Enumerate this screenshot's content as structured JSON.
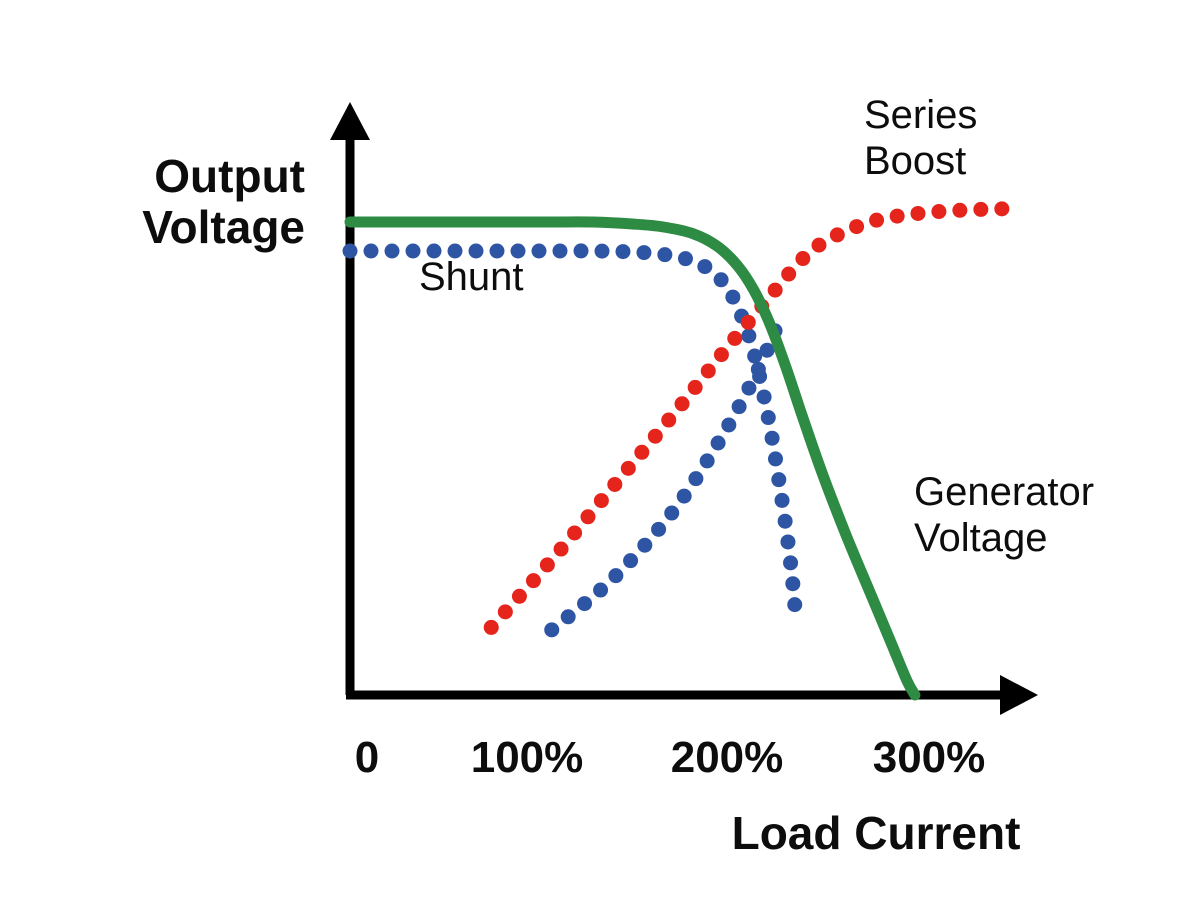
{
  "figure": {
    "background_color": "#ffffff",
    "title": ""
  },
  "chart_data": {
    "type": "line",
    "title": "",
    "xlabel": "Load Current",
    "ylabel": "Output Voltage",
    "xlim": [
      0,
      340
    ],
    "ylim": [
      0,
      115
    ],
    "grid": false,
    "legend": "inline-annotations",
    "x_tick_labels": [
      "0",
      "100%",
      "200%",
      "300%"
    ],
    "x_tick_values": [
      0,
      100,
      200,
      300
    ],
    "y_tick_labels": [],
    "annotations": [
      {
        "text": "Series Boost",
        "lines": [
          "Series",
          "Boost"
        ],
        "series": "series-boost",
        "color": "#111111"
      },
      {
        "text": "Shunt",
        "lines": [
          "Shunt"
        ],
        "series": "shunt",
        "color": "#111111"
      },
      {
        "text": "Generator Voltage",
        "lines": [
          "Generator",
          "Voltage"
        ],
        "series": "generator-voltage",
        "color": "#111111"
      }
    ],
    "series": [
      {
        "name": "Generator Voltage",
        "id": "generator-voltage",
        "style": "solid",
        "color": "#2e8b43",
        "linewidth": 11,
        "points": [
          [
            0,
            98
          ],
          [
            20,
            98
          ],
          [
            40,
            98
          ],
          [
            60,
            98
          ],
          [
            80,
            98
          ],
          [
            100,
            98
          ],
          [
            120,
            98
          ],
          [
            140,
            97.6
          ],
          [
            155,
            97.0
          ],
          [
            170,
            95.6
          ],
          [
            182,
            93.0
          ],
          [
            192,
            89.0
          ],
          [
            200,
            84.0
          ],
          [
            208,
            77.0
          ],
          [
            216,
            68.0
          ],
          [
            224,
            58.0
          ],
          [
            234,
            46.0
          ],
          [
            246,
            33.0
          ],
          [
            258,
            21.0
          ],
          [
            268,
            11.0
          ],
          [
            276,
            3.0
          ],
          [
            280,
            0
          ]
        ]
      },
      {
        "name": "Shunt",
        "id": "shunt",
        "style": "dotted",
        "color": "#2e55a3",
        "dot_radius": 7.5,
        "dot_spacing": 21,
        "points": [
          [
            0,
            92
          ],
          [
            20,
            92
          ],
          [
            40,
            92
          ],
          [
            60,
            92
          ],
          [
            80,
            92
          ],
          [
            100,
            92
          ],
          [
            120,
            92
          ],
          [
            140,
            91.8
          ],
          [
            155,
            91.3
          ],
          [
            168,
            90.2
          ],
          [
            178,
            88.2
          ],
          [
            186,
            85.0
          ],
          [
            192,
            80.5
          ],
          [
            198,
            74.0
          ],
          [
            203,
            66.0
          ],
          [
            208,
            56.0
          ],
          [
            212,
            46.0
          ],
          [
            216,
            35.0
          ],
          [
            219,
            25.0
          ],
          [
            221,
            16.0
          ]
        ]
      },
      {
        "name": "Shunt Rising",
        "id": "shunt-rising",
        "style": "dotted",
        "color": "#2e55a3",
        "dot_radius": 7.5,
        "dot_spacing": 21,
        "points": [
          [
            100,
            13.5
          ],
          [
            130,
            24.0
          ],
          [
            160,
            38.0
          ],
          [
            185,
            54.0
          ],
          [
            203,
            68.0
          ],
          [
            214,
            79.0
          ]
        ]
      },
      {
        "name": "Series Boost",
        "id": "series-boost",
        "style": "dotted",
        "color": "#e5241c",
        "dot_radius": 7.5,
        "dot_spacing": 21,
        "points": [
          [
            70,
            14.0
          ],
          [
            100,
            28.0
          ],
          [
            130,
            43.0
          ],
          [
            160,
            58.0
          ],
          [
            185,
            71.0
          ],
          [
            205,
            81.0
          ],
          [
            218,
            87.5
          ],
          [
            230,
            92.5
          ],
          [
            245,
            96.0
          ],
          [
            262,
            98.5
          ],
          [
            282,
            99.8
          ],
          [
            305,
            100.5
          ],
          [
            330,
            100.8
          ]
        ]
      }
    ]
  },
  "axes": {
    "y_axis_name": "y-axis",
    "x_axis_name": "x-axis",
    "arrow_style": "filled-triangle",
    "color": "#000000"
  },
  "labels": {
    "y_axis_title_line1": "Output",
    "y_axis_title_line2": "Voltage",
    "x_axis_title": "Load Current",
    "tick_0": "0",
    "tick_100": "100%",
    "tick_200": "200%",
    "tick_300": "300%",
    "series_boost_line1": "Series",
    "series_boost_line2": "Boost",
    "shunt": "Shunt",
    "generator_line1": "Generator",
    "generator_line2": "Voltage"
  }
}
